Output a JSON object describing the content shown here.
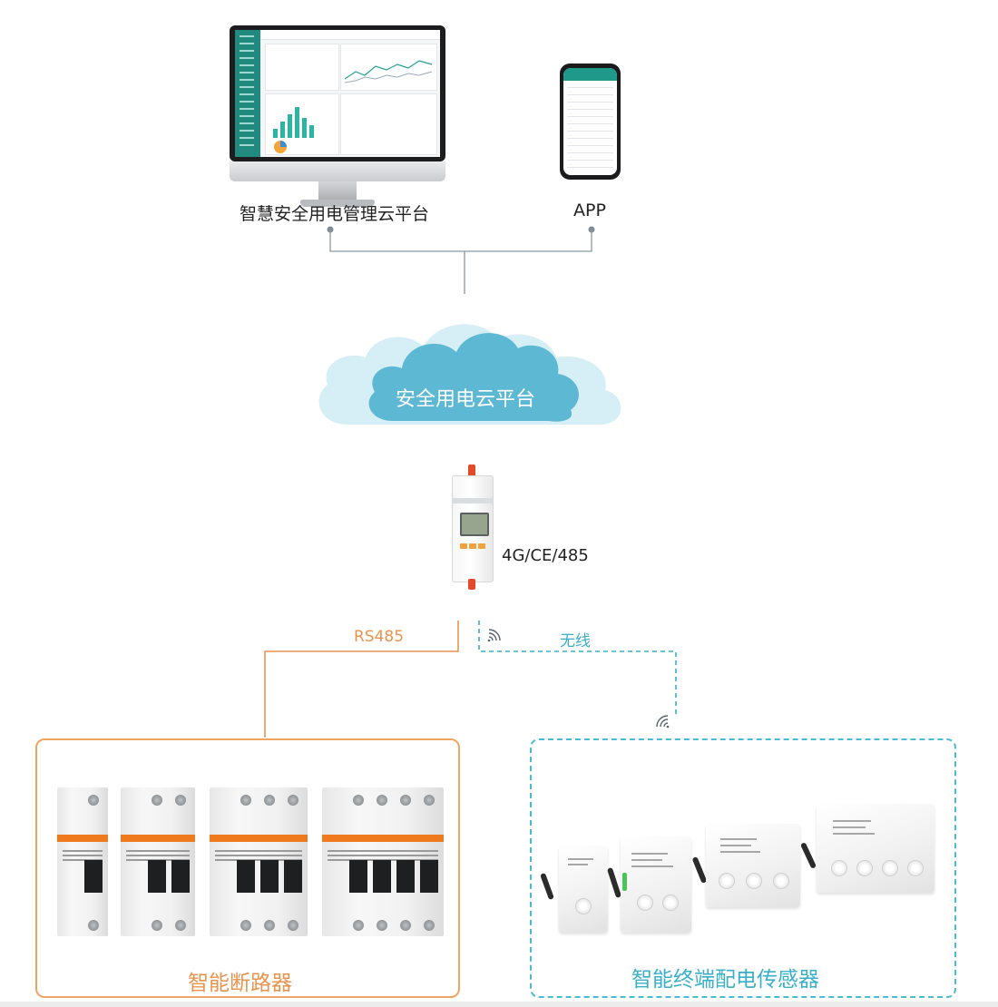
{
  "platform": {
    "label": "智慧安全用电管理云平台"
  },
  "app": {
    "label": "APP"
  },
  "cloud": {
    "label": "安全用电云平台"
  },
  "gateway": {
    "label": "4G/CE/485"
  },
  "links": {
    "rs485": "RS485",
    "wireless": "无线"
  },
  "breakers": {
    "title": "智能断路器"
  },
  "sensors": {
    "title": "智能终端配电传感器"
  },
  "colors": {
    "orange": "#e9944e",
    "teal": "#3aafc9",
    "cloud_light": "#d6eef5",
    "cloud_dark": "#5db8d4",
    "connector": "#8a98a5"
  },
  "icons": [
    "monitor-icon",
    "phone-icon",
    "cloud-icon",
    "wifi-signal-icon"
  ]
}
